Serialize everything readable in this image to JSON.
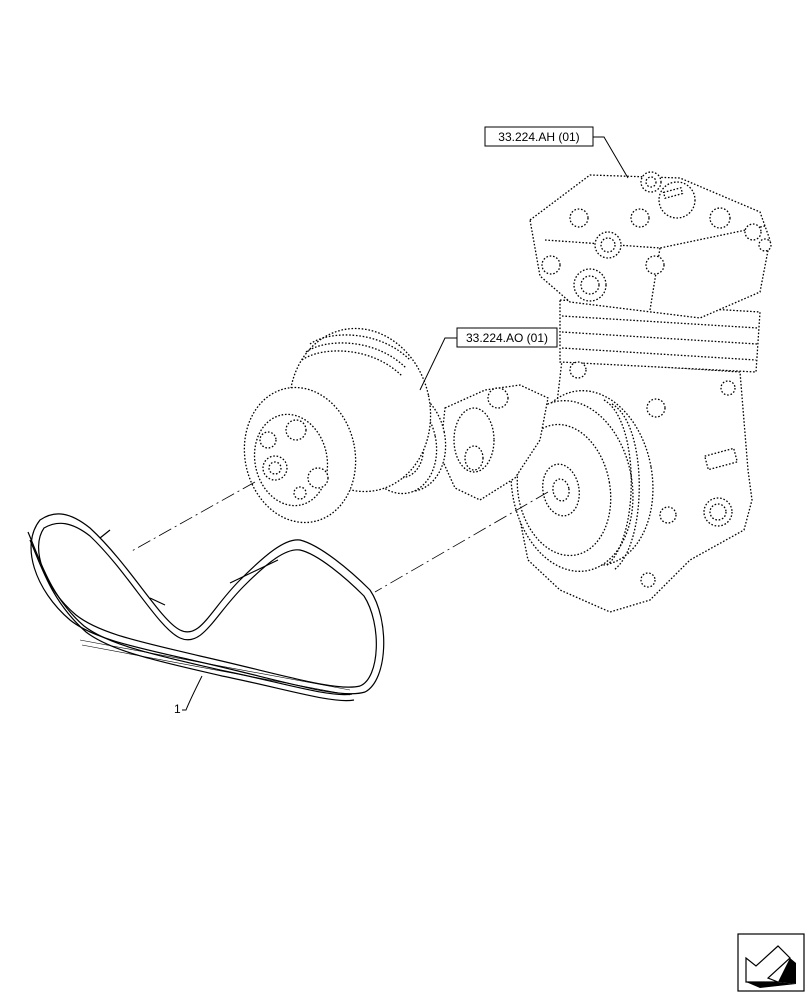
{
  "callouts": [
    {
      "label": "33.224.AH (01)"
    },
    {
      "label": "33.224.AO (01)"
    }
  ],
  "parts": [
    {
      "number": "1"
    }
  ],
  "nav_icon": "navigation-arrow-icon"
}
